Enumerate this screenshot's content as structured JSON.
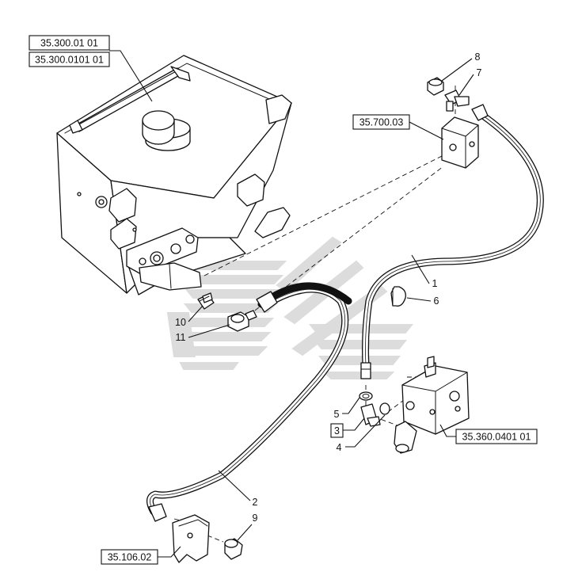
{
  "references": {
    "tank_ref_a": "35.300.01 01",
    "tank_ref_b": "35.300.0101 01",
    "filter_block_ref": "35.700.03",
    "valve_block_ref": "35.360.0401 01",
    "bracket_ref": "35.106.02"
  },
  "callouts": {
    "c1": "1",
    "c2": "2",
    "c3": "3",
    "c4": "4",
    "c5": "5",
    "c6": "6",
    "c7": "7",
    "c8": "8",
    "c9": "9",
    "c10": "10",
    "c11": "11"
  },
  "colors": {
    "ink": "#111111",
    "paper": "#ffffff",
    "watermark": "#d9d9d9"
  }
}
